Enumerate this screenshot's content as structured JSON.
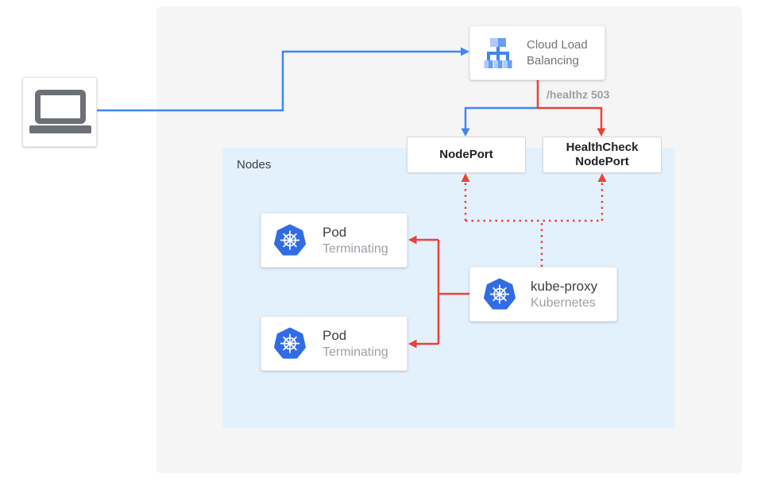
{
  "colors": {
    "accent_blue": "#4285f4",
    "accent_red": "#ea4335",
    "kubernetes_blue": "#326ce5",
    "panel_background": "#f5f5f6",
    "nodes_background": "#e3f1fd",
    "title_text": "#3c4043",
    "subtitle_text": "#9aa0a6",
    "port_label_text": "#202124"
  },
  "diagram": {
    "client": {
      "icon": "laptop-icon"
    },
    "cloud_load_balancing": {
      "label": "Cloud Load Balancing",
      "icon": "cloud-load-balancing-icon"
    },
    "healthz_label": "/healthz 503",
    "nodeport": {
      "label": "NodePort"
    },
    "healthcheck_nodeport": {
      "label": "HealthCheck NodePort"
    },
    "nodes_group": {
      "label": "Nodes"
    },
    "pods": [
      {
        "title": "Pod",
        "status": "Terminating",
        "icon": "kubernetes-icon"
      },
      {
        "title": "Pod",
        "status": "Terminating",
        "icon": "kubernetes-icon"
      }
    ],
    "kube_proxy": {
      "title": "kube-proxy",
      "subtitle": "Kubernetes",
      "icon": "kubernetes-icon"
    },
    "edges": [
      {
        "from": "client",
        "to": "cloud-load-balancing",
        "style": "solid",
        "color": "#4285f4"
      },
      {
        "from": "cloud-load-balancing",
        "to": "nodeport",
        "style": "solid",
        "color": "#4285f4"
      },
      {
        "from": "cloud-load-balancing",
        "to": "healthcheck-nodeport",
        "style": "solid",
        "color": "#ea4335",
        "label": "/healthz 503"
      },
      {
        "from": "kube-proxy",
        "to": "nodeport",
        "style": "dotted",
        "color": "#ea4335"
      },
      {
        "from": "kube-proxy",
        "to": "healthcheck-nodeport",
        "style": "dotted",
        "color": "#ea4335"
      },
      {
        "from": "kube-proxy",
        "to": "pod-1",
        "style": "solid",
        "color": "#ea4335"
      },
      {
        "from": "kube-proxy",
        "to": "pod-2",
        "style": "solid",
        "color": "#ea4335"
      }
    ]
  }
}
